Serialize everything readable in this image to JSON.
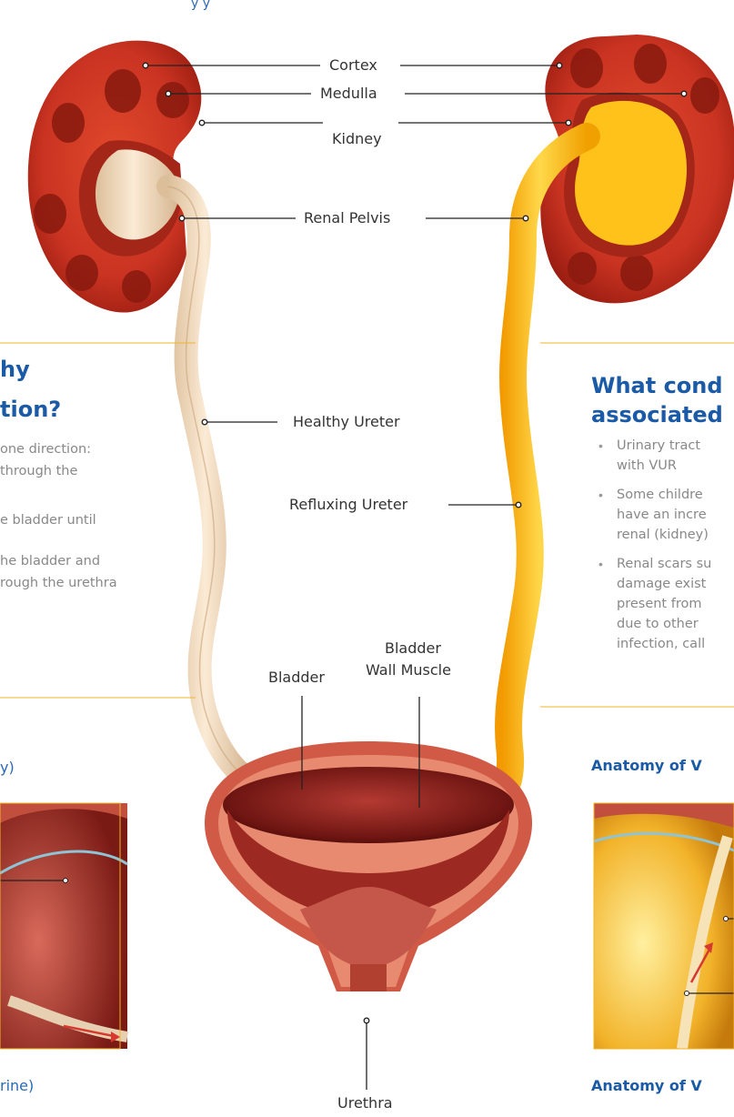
{
  "top_caption_fragment": "y                  y",
  "labels": {
    "cortex": "Cortex",
    "medulla": "Medulla",
    "kidney": "Kidney",
    "renal_pelvis": "Renal Pelvis",
    "healthy_ureter": "Healthy Ureter",
    "refluxing_ureter": "Refluxing Ureter",
    "bladder_wall_line1": "Bladder",
    "bladder_wall_line2": "Wall Muscle",
    "bladder": "Bladder",
    "urethra": "Urethra"
  },
  "left_panel": {
    "heading_line1": "hy",
    "heading_line2": "tion?",
    "text_lines": [
      "one direction:",
      "through the",
      "e bladder until",
      "he bladder and",
      "rough the urethra"
    ],
    "caption_top": "y)",
    "caption_bottom": "rine)"
  },
  "right_panel": {
    "heading_line1": "What cond",
    "heading_line2": "associated",
    "bullets": [
      [
        "Urinary tract",
        "with VUR"
      ],
      [
        "Some childre",
        "have an incre",
        "renal (kidney)"
      ],
      [
        "Renal scars su",
        "damage exist",
        "present from",
        "due to other",
        "infection, call"
      ]
    ],
    "caption_top": "Anatomy of V",
    "caption_bottom": "Anatomy of V"
  },
  "colors": {
    "kidney_red": "#c42f1c",
    "healthy_ureter": "#f1d9bb",
    "refluxing_urine": "#ffb40a",
    "heading_blue": "#1a5aa6",
    "panel_rule": "#f0b429"
  }
}
